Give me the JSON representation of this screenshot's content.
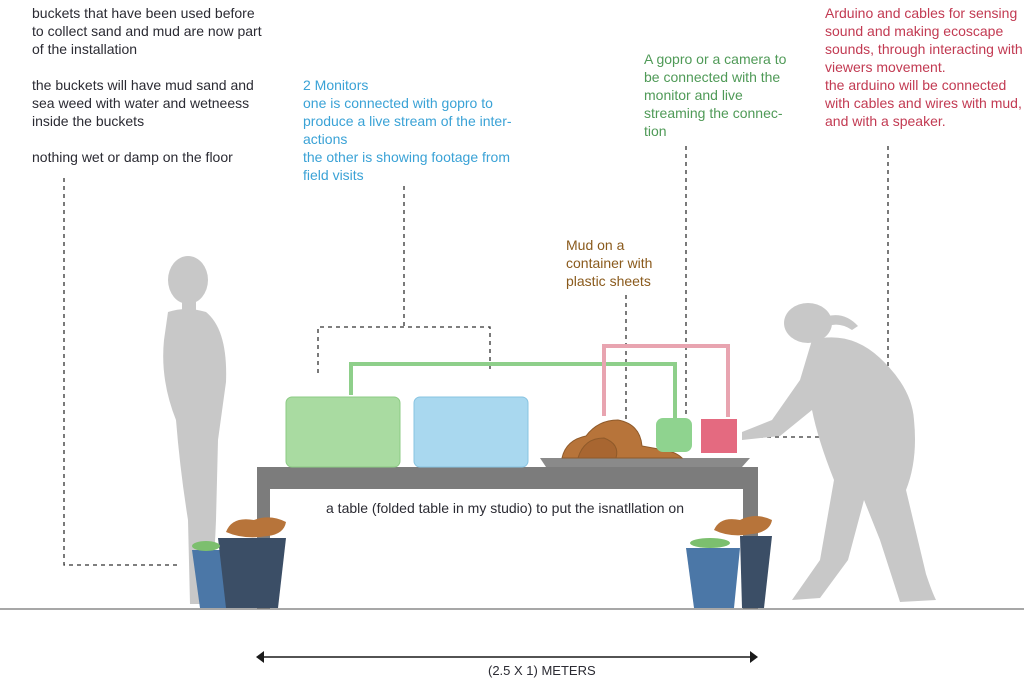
{
  "notes": {
    "buckets": "buckets that have been used before\nto collect sand and mud are now part\nof the installation\n\nthe buckets will have mud sand and\nsea weed with water and wetneess\ninside the buckets\n\nnothing wet or damp on the floor",
    "monitors": "2 Monitors\none is connected with gopro to\nproduce a live stream of the inter-\nactions\nthe other is showing footage from\nfield visits",
    "gopro": "A gopro or a camera to\nbe connected with the\nmonitor and live\nstreaming the connec-\ntion",
    "arduino": "Arduino and cables for sensing\nsound and making ecoscape\nsounds, through interacting with\nviewers movement.\nthe arduino will be connected\nwith cables and wires with mud,\nand with a speaker.",
    "mud": "Mud on a\ncontainer with\nplastic sheets",
    "table": "a table (folded table in my studio) to put the isnatllation on",
    "dimension": "(2.5 X 1) METERS"
  },
  "colors": {
    "text_dark": "#2b2b33",
    "monitor_text": "#3aa2d6",
    "gopro_text": "#4f9a57",
    "mud_text": "#8a5a1c",
    "arduino_text": "#c23a52",
    "figure": "#c8c8c8",
    "table": "#7c7c7c",
    "monitor_green": "#a9dba1",
    "monitor_blue": "#a9d8ef",
    "mud": "#b7743a",
    "bucket_light": "#4b77a7",
    "bucket_dark": "#3b4e66",
    "green_line": "#8ecf8a",
    "pink_line": "#e8a4b0",
    "camera_box": "#8fd38f",
    "sensor_box": "#e46a80"
  },
  "icons": {
    "person_left": "standing-person-icon",
    "person_right": "leaning-person-icon",
    "dimension_arrow": "double-arrow-icon"
  }
}
